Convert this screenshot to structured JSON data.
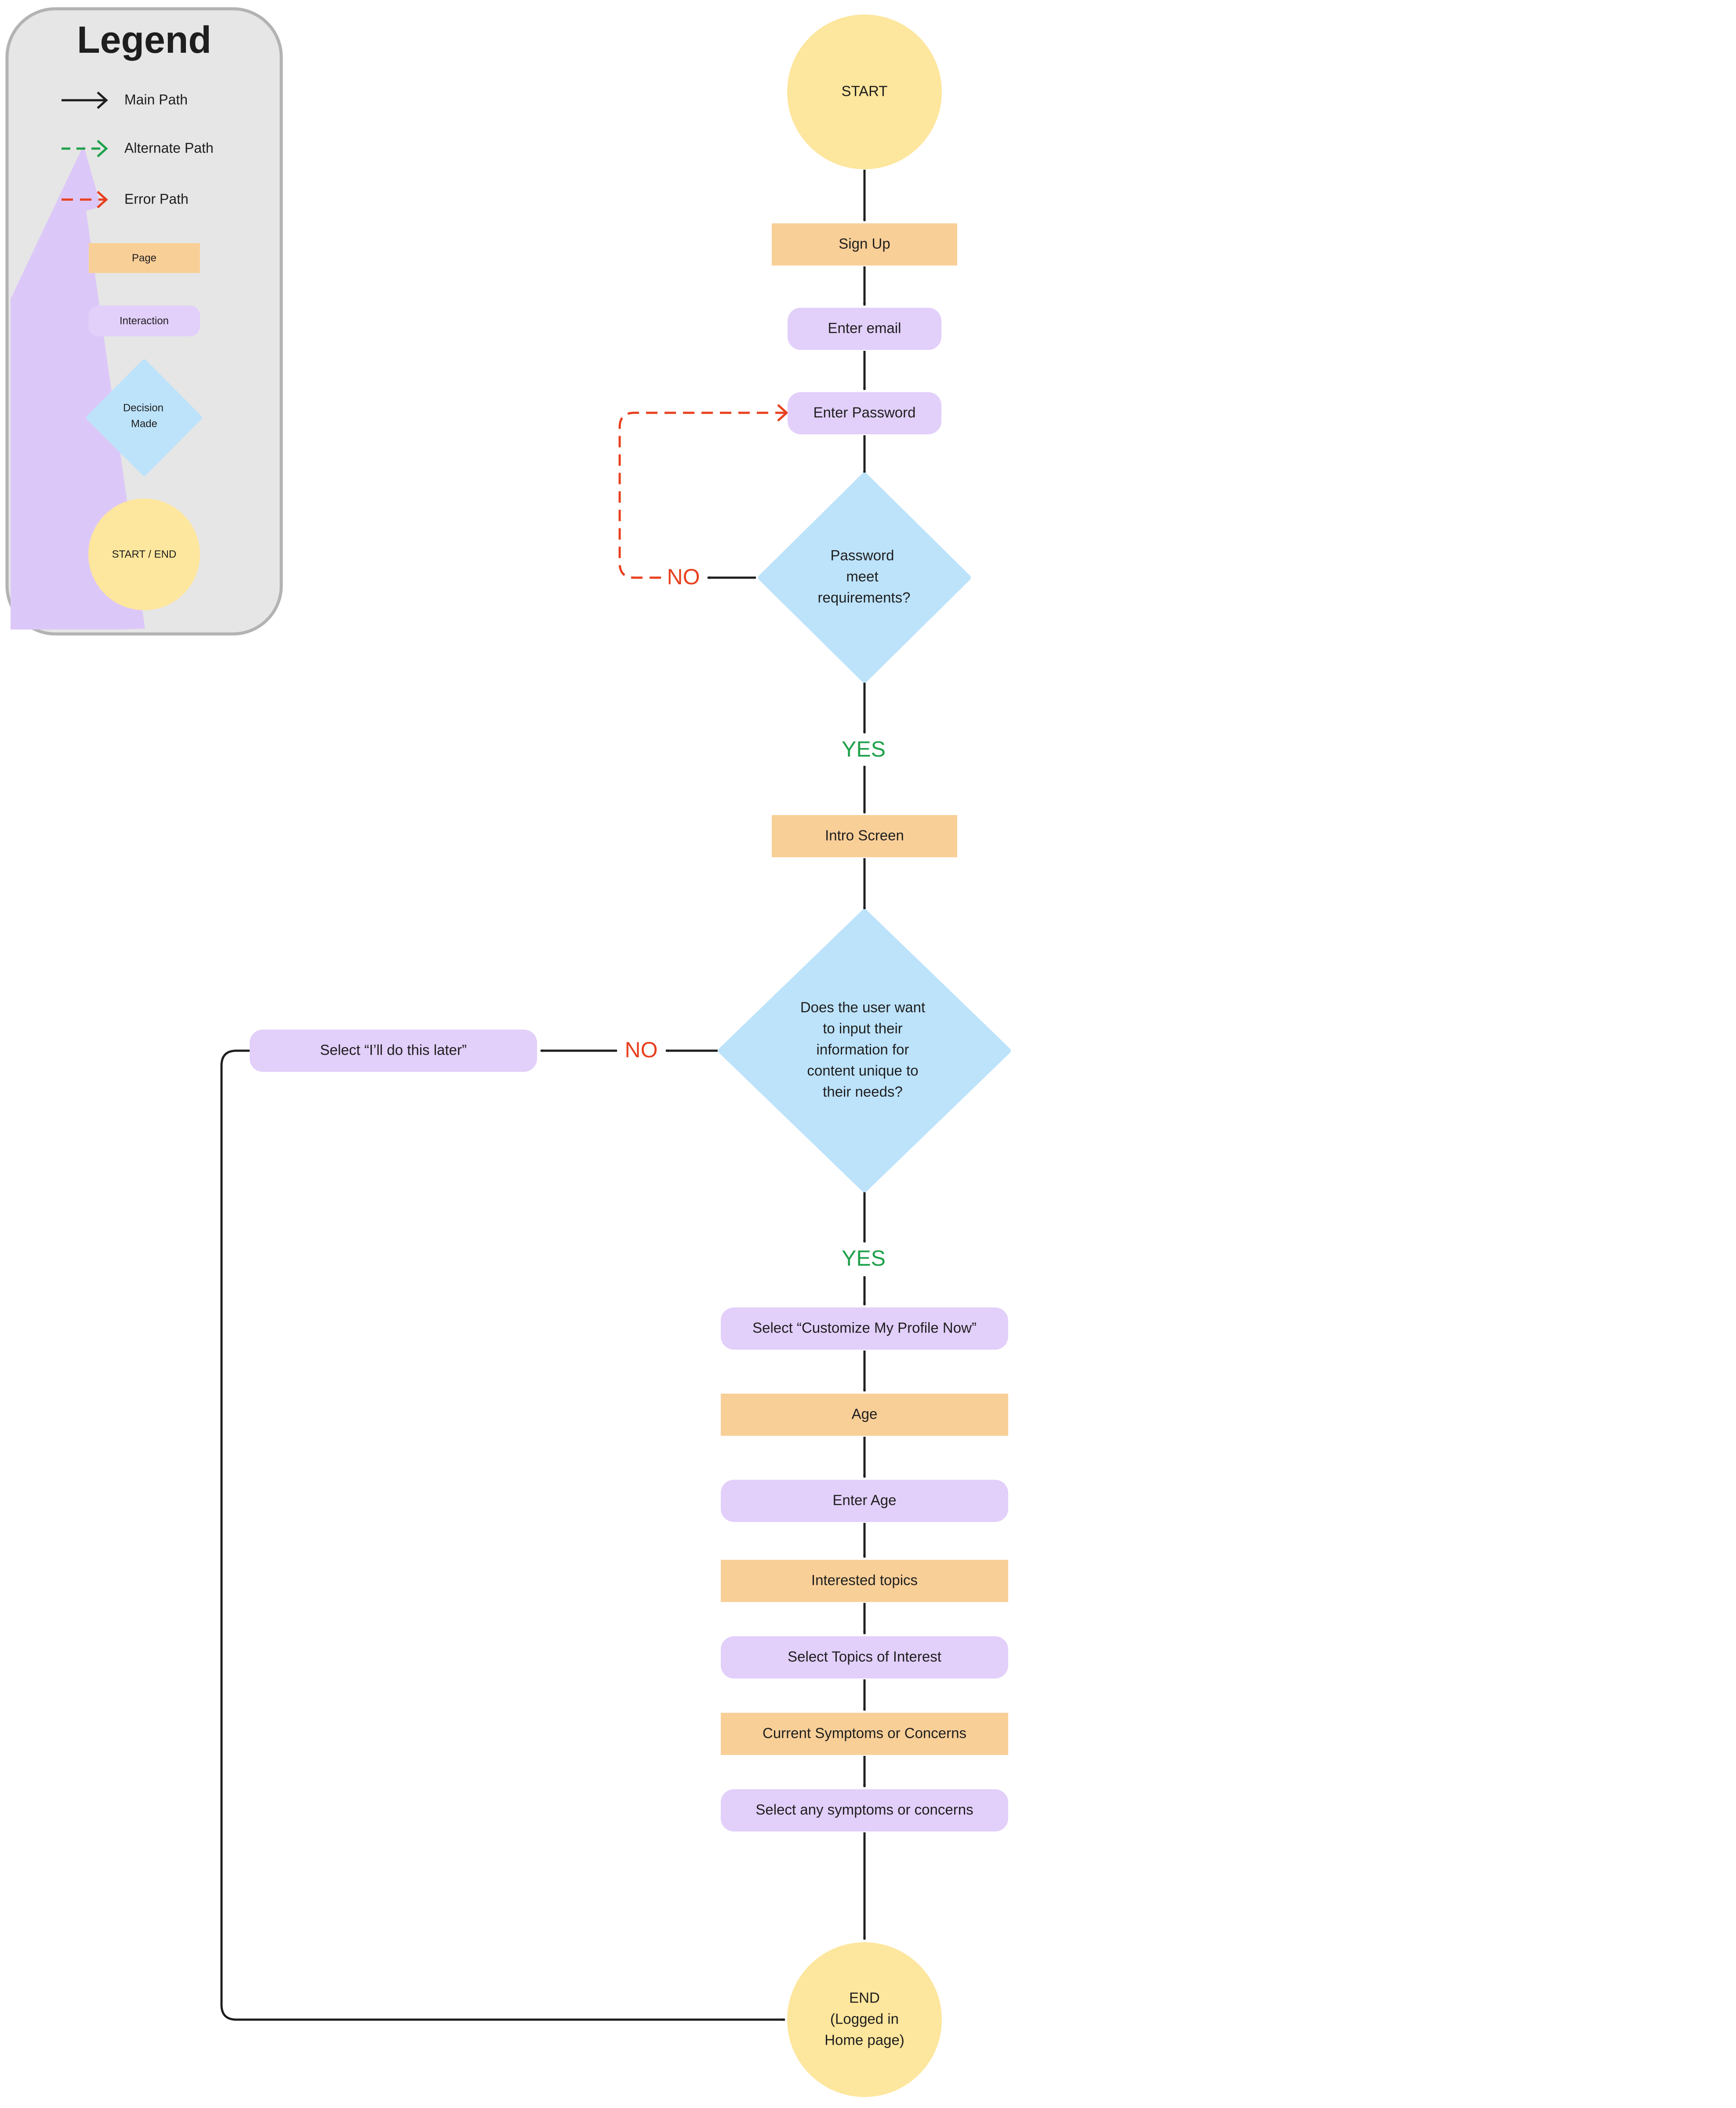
{
  "colors": {
    "page": "#f9cf98",
    "interaction": "#e2cffa",
    "decision": "#bde3fb",
    "start_end": "#fde69d",
    "main_path": "#1e1e1e",
    "alternate_path": "#1ea14b",
    "error_path": "#e8401f",
    "legend_bg": "#e6e6e6",
    "legend_border": "#b3b3b3"
  },
  "legend": {
    "title": "Legend",
    "main_path": "Main Path",
    "alternate_path": "Alternate Path",
    "error_path": "Error Path",
    "page": "Page",
    "interaction": "Interaction",
    "decision_l1": "Decision",
    "decision_l2": "Made",
    "start_end": "START / END"
  },
  "nodes": {
    "start": "START",
    "sign_up": "Sign Up",
    "enter_email": "Enter email",
    "enter_password": "Enter Password",
    "password_q": [
      "Password",
      "meet",
      "requirements?"
    ],
    "yes1": "YES",
    "no1": "NO",
    "intro_screen": "Intro Screen",
    "input_q": [
      "Does the user want",
      "to input their",
      "information for",
      "content unique to",
      "their needs?"
    ],
    "no2": "NO",
    "do_later": "Select “I’ll do this later”",
    "yes2": "YES",
    "customize": "Select “Customize My Profile Now”",
    "age": "Age",
    "enter_age": "Enter Age",
    "interested_topics": "Interested topics",
    "select_topics": "Select Topics of Interest",
    "symptoms": "Current Symptoms or Concerns",
    "select_symptoms": "Select any symptoms or concerns",
    "end": [
      "END",
      "(Logged in",
      "Home page)"
    ]
  }
}
